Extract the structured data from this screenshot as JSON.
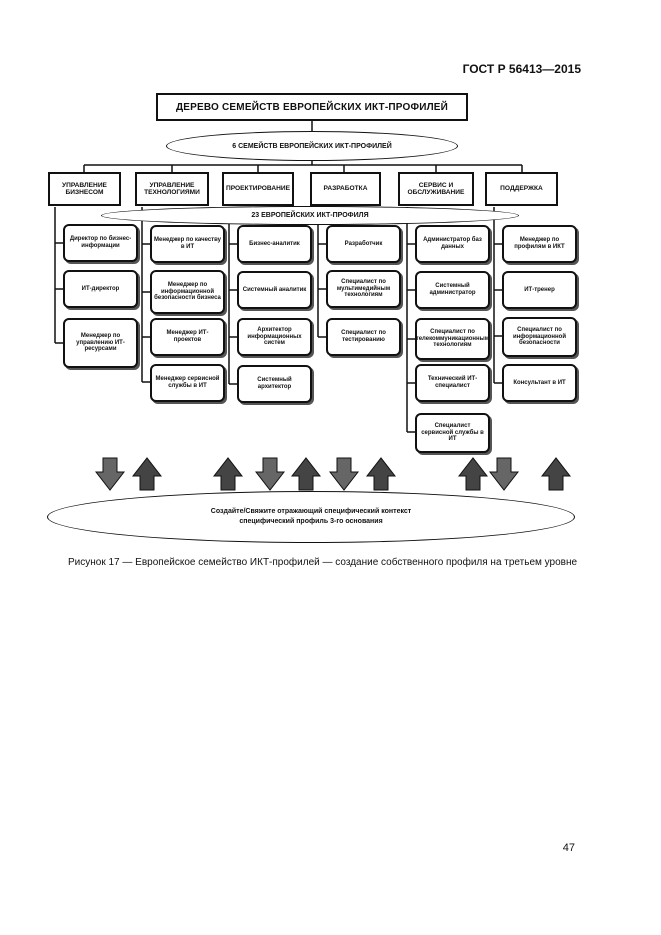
{
  "header": {
    "standard": "ГОСТ Р 56413—2015"
  },
  "diagram": {
    "title": "ДЕРЕВО СЕМЕЙСТВ ЕВРОПЕЙСКИХ ИКТ-ПРОФИЛЕЙ",
    "families_ellipse": "6 СЕМЕЙСТВ ЕВРОПЕЙСКИХ ИКТ-ПРОФИЛЕЙ",
    "profiles_ellipse": "23 ЕВРОПЕЙСКИХ ИКТ-ПРОФИЛЯ",
    "context_ellipse": "Создайте/Свяжите отражающий специфический контекст специфический профиль 3-го основания",
    "families": [
      {
        "label": "УПРАВЛЕНИЕ БИЗНЕСОМ",
        "roles": [
          "Директор по бизнес-информации",
          "ИТ-директор",
          "Менеджер по управлению ИТ-ресурсами"
        ]
      },
      {
        "label": "УПРАВЛЕНИЕ ТЕХНОЛОГИЯМИ",
        "roles": [
          "Менеджер по качеству в ИТ",
          "Менеджер по информационной безопасности бизнеса",
          "Менеджер ИТ-проектов",
          "Менеджер сервисной службы в ИТ"
        ]
      },
      {
        "label": "ПРОЕКТИРОВАНИЕ",
        "roles": [
          "Бизнес-аналитик",
          "Системный аналитик",
          "Архитектор информационных систем",
          "Системный архитектор"
        ]
      },
      {
        "label": "РАЗРАБОТКА",
        "roles": [
          "Разработчик",
          "Специалист по мультимедийным технологиям",
          "Специалист по тестированию"
        ]
      },
      {
        "label": "СЕРВИС И ОБСЛУЖИВАНИЕ",
        "roles": [
          "Администратор баз данных",
          "Системный администратор",
          "Специалист по телекоммуникационным технологиям",
          "Технический ИТ-специалист",
          "Специалист сервисной службы в ИТ"
        ]
      },
      {
        "label": "ПОДДЕРЖКА",
        "roles": [
          "Менеджер по профилям в ИКТ",
          "ИТ-тренер",
          "Специалист по информационной безопасности",
          "Консультант в ИТ"
        ]
      }
    ]
  },
  "caption": "Рисунок 17 — Европейское семейство ИКТ-профилей — создание собственного профиля на третьем уровне",
  "page_number": "47"
}
